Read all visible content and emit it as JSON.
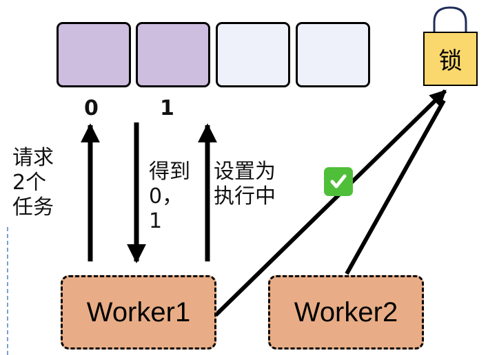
{
  "array": {
    "slots": [
      "filled",
      "filled",
      "empty",
      "empty"
    ],
    "index_labels": [
      "0",
      "1"
    ]
  },
  "labels": {
    "request": "请求\n2个\n任务",
    "got": "得到\n0，\n1",
    "set_running": "设置为\n执行中"
  },
  "workers": {
    "worker1": "Worker1",
    "worker2": "Worker2"
  },
  "lock": {
    "label": "锁",
    "icon": "padlock-icon"
  },
  "status": {
    "icon": "check-mark-icon"
  },
  "colors": {
    "filled_slot": "#cdbddf",
    "empty_slot": "#eef1fa",
    "worker_fill": "#e8ad86",
    "lock_fill": "#fbd86d",
    "check": "#4fbf3a"
  }
}
